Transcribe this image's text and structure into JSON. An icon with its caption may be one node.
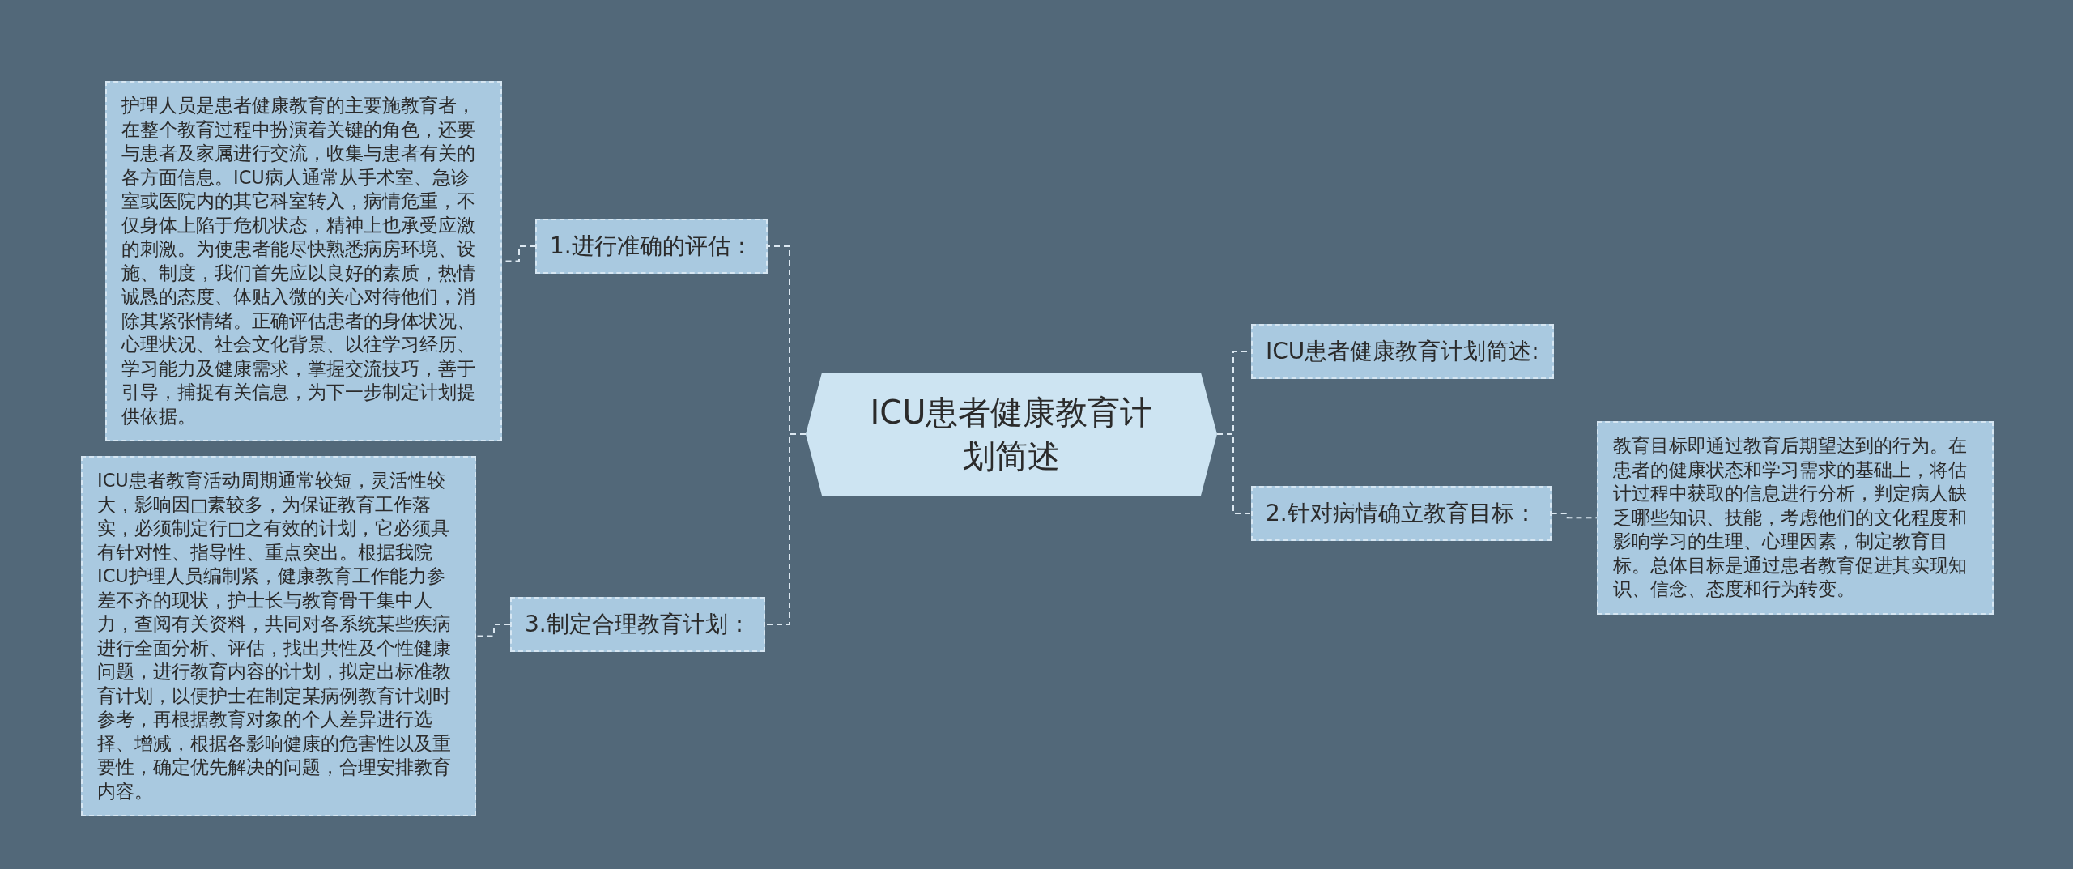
{
  "diagram": {
    "nodes": [
      {
        "text": [
          "ICU患者健康教育计划简述"
        ]
      },
      {
        "text": [
          "1.进行准确的评估："
        ]
      },
      {
        "text": [
          "护理人员是患者健康教育的主要施教育者，在整个教育过程中扮演着关键的角色，还要与患者及家属进行交流，收集与患者有关的各方面信息。ICU病人通常从手术室、急诊室或医院内的其它科室转入，病情危重，不仅身体上陷于危机状态，精神上也承受应激的刺激。为使患者能尽快熟悉病房环境、设施、制度，我们首先应以良好的素质，热情诚恳的态度、体贴入微的关心对待他们，消除其紧张情绪。正确评估患者的身体状况、心理状况、社会文化背景、以往学习经历、学习能力及健康需求，掌握交流技巧，善于引导，捕捉有关信息，为下一步制定计划提供依据。"
        ]
      },
      {
        "text": [
          "3.制定合理教育计划："
        ]
      },
      {
        "text": [
          "ICU患者教育活动周期通常较短，灵活性较大，影响因□素较多，为保证教育工作落实，必须制定行□之有效的计划，它必须具有针对性、指导性、重点突出。根据我院ICU护理人员编制紧，健康教育工作能力参差不齐的现状，护士长与教育骨干集中人力，查阅有关资料，共同对各系统某些疾病进行全面分析、评估，找出共性及个性健康问题，进行教育内容的计划，拟定出标准教育计划，以便护士在制定某病例教育计划时参考，再根据教育对象的个人差异进行选择、增减，根据各影响健康的危害性以及重要性，确定优先解决的问题，合理安排教育内容。"
        ]
      },
      {
        "text": [
          "ICU患者健康教育计划简述:"
        ]
      },
      {
        "text": [
          "2.针对病情确立教育目标："
        ]
      },
      {
        "text": [
          "教育目标即通过教育后期望达到的行为。在患者的健康状态和学习需求的基础上，将估计过程中获取的信息进行分析，判定病人缺乏哪些知识、技能，考虑他们的文化程度和影响学习的生理、心理因素，制定教育目标。总体目标是通过患者教育促进其实现知识、信念、态度和行为转变。"
        ]
      }
    ],
    "edges": [
      {
        "from": 0,
        "to": 1,
        "arrow": "none",
        "style": "dashed"
      },
      {
        "from": 1,
        "to": 2,
        "arrow": "none",
        "style": "dashed"
      },
      {
        "from": 0,
        "to": 3,
        "arrow": "none",
        "style": "dashed"
      },
      {
        "from": 3,
        "to": 4,
        "arrow": "none",
        "style": "dashed"
      },
      {
        "from": 0,
        "to": 5,
        "arrow": "none",
        "style": "dashed"
      },
      {
        "from": 0,
        "to": 6,
        "arrow": "none",
        "style": "dashed"
      },
      {
        "from": 6,
        "to": 7,
        "arrow": "none",
        "style": "dashed"
      }
    ]
  }
}
